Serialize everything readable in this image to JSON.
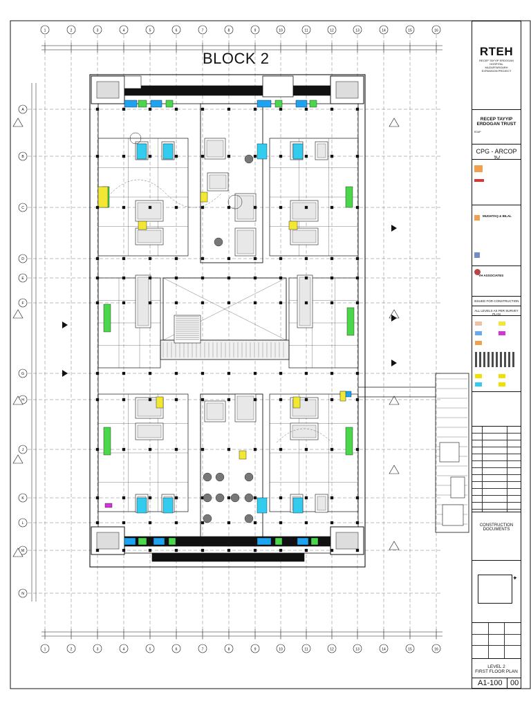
{
  "drawing": {
    "block_title": "BLOCK 2",
    "grid_columns": [
      "1",
      "2",
      "3",
      "4",
      "5",
      "6",
      "7",
      "8",
      "9",
      "10",
      "11",
      "12",
      "13",
      "14",
      "15",
      "16"
    ],
    "grid_rows": [
      "A",
      "B",
      "C",
      "D",
      "E",
      "F",
      "G",
      "H",
      "J",
      "K",
      "L",
      "M",
      "N"
    ]
  },
  "title_block": {
    "project_code": "RTEH",
    "project_desc": [
      "RECEP TAYYIP ERDOGAN HOSPITAL",
      "MUZAFFARGARH",
      "EXPANSION PROJECT"
    ],
    "client": "RECEP TAYYIP ERDOGAN TRUST",
    "client_sub": "EDAP",
    "architect": "CPG - ARCOP JV",
    "consultant_1": "MUGHTAQ & BILAL",
    "consultant_2": "YH ASSOCIATES",
    "issued_for": "ISSUED FOR CONSTRUCTION",
    "levels_note": "ALL LEVELS AS PER SURVEY PLAN",
    "stage": "CONSTRUCTION DOCUMENTS",
    "drawing_title_1": "LEVEL 2",
    "drawing_title_2": "FIRST FLOOR PLAN",
    "sheet_number": "A1-100",
    "revision": "00"
  },
  "colors": {
    "line": "#111111",
    "blue": "#1ea3f0",
    "cyan": "#33ccee",
    "yellow": "#f2e733",
    "green": "#4cd64c",
    "magenta": "#d633d6",
    "orange": "#f0a050",
    "grey": "#9a9a9a"
  }
}
